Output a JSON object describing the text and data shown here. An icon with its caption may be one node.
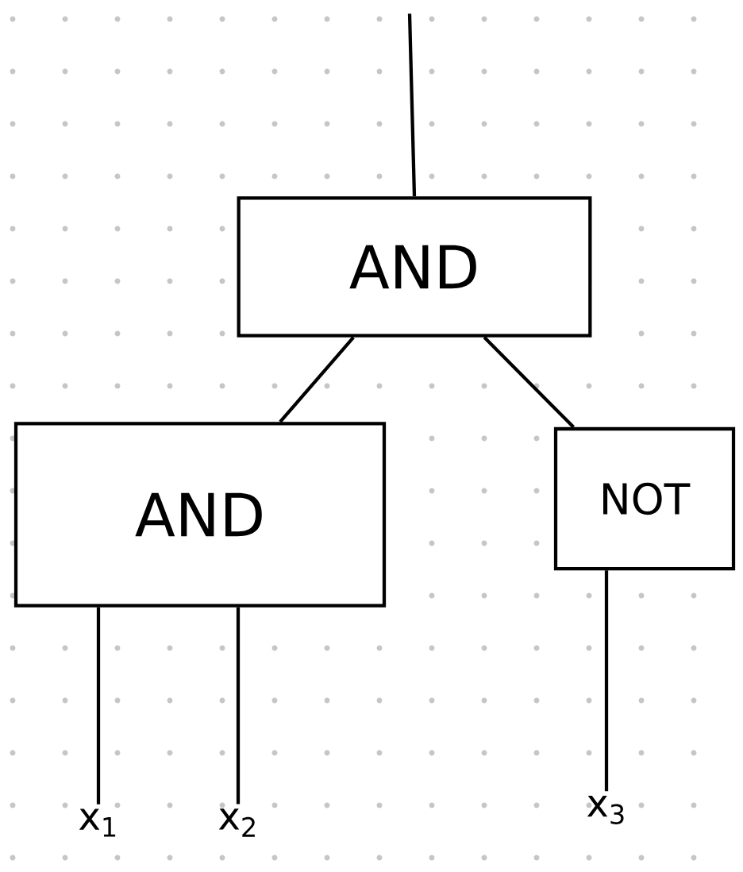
{
  "diagram": {
    "nodes": [
      {
        "text": [
          "AND"
        ]
      },
      {
        "text": [
          "AND"
        ]
      },
      {
        "text": [
          "NOT"
        ]
      },
      {
        "text": [
          "x$_{1}$"
        ]
      },
      {
        "text": [
          "x$_{2}$"
        ]
      },
      {
        "text": [
          "x$_{3}$"
        ]
      }
    ],
    "edges": [
      {
        "from": 0,
        "to": null,
        "arrow": "none"
      },
      {
        "from": 1,
        "to": 0,
        "arrow": "none"
      },
      {
        "from": 2,
        "to": 0,
        "arrow": "none"
      },
      {
        "from": 3,
        "to": 1,
        "arrow": "none"
      },
      {
        "from": 4,
        "to": 1,
        "arrow": "none"
      },
      {
        "from": 5,
        "to": 2,
        "arrow": "none"
      }
    ]
  }
}
